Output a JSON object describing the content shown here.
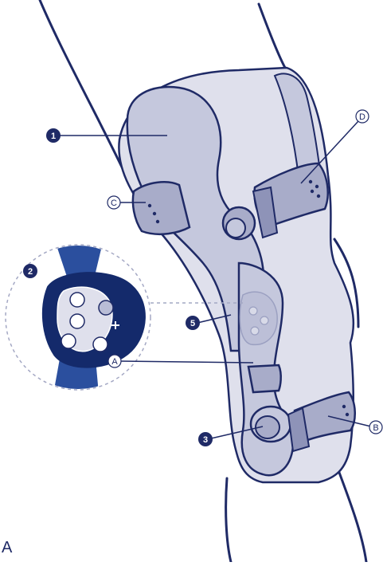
{
  "colors": {
    "outline": "#1f2a66",
    "brace_fill": "#dfe0ec",
    "frame_fill": "#c5c8dd",
    "strap_fill": "#a8acc9",
    "hinge_dark": "#142a6b",
    "hinge_blue": "#2b4f9e",
    "zoom_bg": "#ffffff",
    "dash": "#a4a8c4",
    "marker_fill": "#1f2a66"
  },
  "numbered_markers": [
    {
      "id": "1",
      "label": "1"
    },
    {
      "id": "2",
      "label": "2"
    },
    {
      "id": "3",
      "label": "3"
    },
    {
      "id": "5",
      "label": "5"
    }
  ],
  "letter_markers": [
    {
      "id": "A",
      "label": "A"
    },
    {
      "id": "B",
      "label": "B"
    },
    {
      "id": "C",
      "label": "C"
    },
    {
      "id": "D",
      "label": "D"
    }
  ],
  "corner_label": "A",
  "icons": [
    "knee-brace-icon",
    "hinge-detail-icon",
    "plus-icon"
  ]
}
